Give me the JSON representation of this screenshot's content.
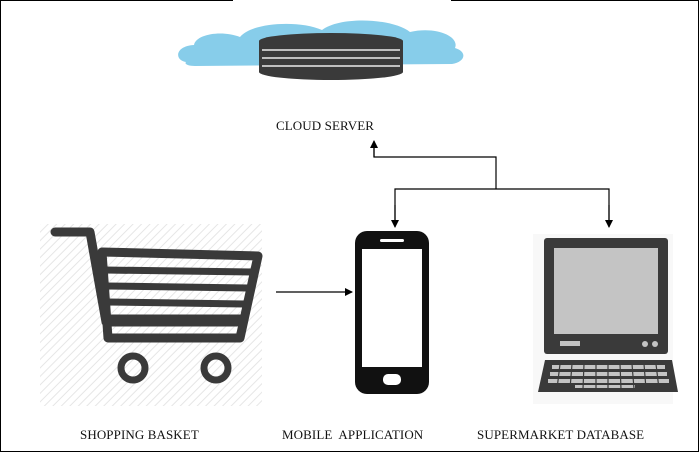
{
  "diagram": {
    "nodes": {
      "cloud_server": {
        "label": "CLOUD SERVER",
        "icon": "cloud-database-icon"
      },
      "shopping_basket": {
        "label": "SHOPPING BASKET",
        "icon": "shopping-cart-icon"
      },
      "mobile_application": {
        "label": "MOBILE  APPLICATION",
        "icon": "smartphone-icon"
      },
      "supermarket_database": {
        "label": "SUPERMARKET DATABASE",
        "icon": "desktop-computer-icon"
      }
    },
    "edges": [
      {
        "from": "shopping_basket",
        "to": "mobile_application"
      },
      {
        "from": "cloud_server",
        "to": "mobile_application"
      },
      {
        "from": "cloud_server",
        "to": "supermarket_database"
      }
    ],
    "colors": {
      "cloud": "#87cdea",
      "icon_dark": "#3a3a3a",
      "screen": "#c4c4c4"
    }
  }
}
